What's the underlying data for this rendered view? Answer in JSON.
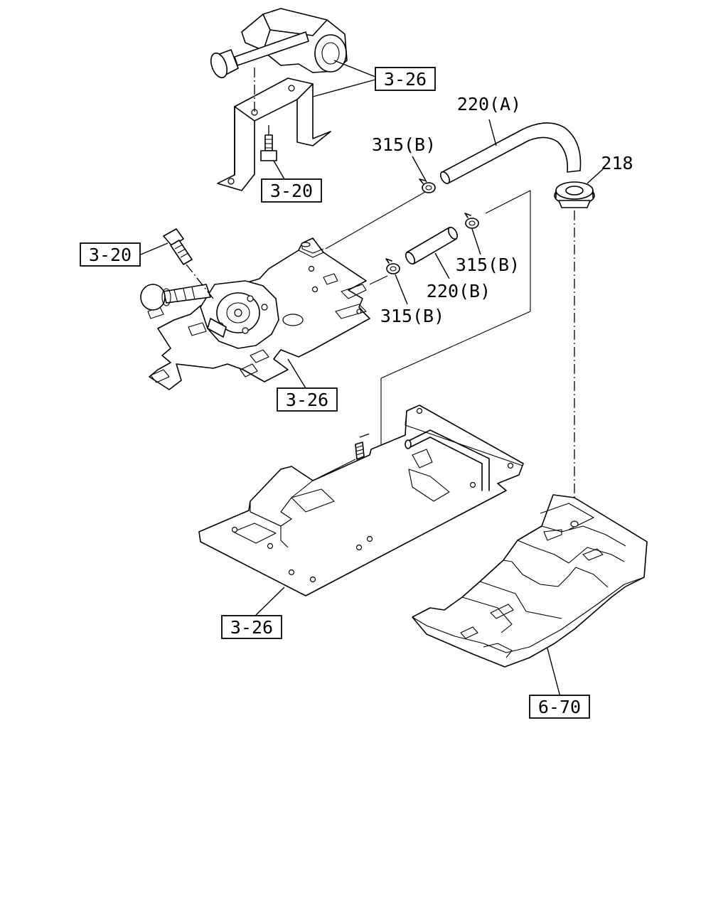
{
  "callouts": {
    "ref_3_26_top": "3-26",
    "ref_3_20_top": "3-20",
    "ref_3_20_left": "3-20",
    "ref_3_26_mid": "3-26",
    "ref_3_26_bottom": "3-26",
    "ref_6_70": "6-70"
  },
  "labels": {
    "hose_a": "220(A)",
    "hose_b": "220(B)",
    "clip_top": "315(B)",
    "clip_right": "315(B)",
    "clip_left": "315(B)",
    "grommet": "218"
  }
}
